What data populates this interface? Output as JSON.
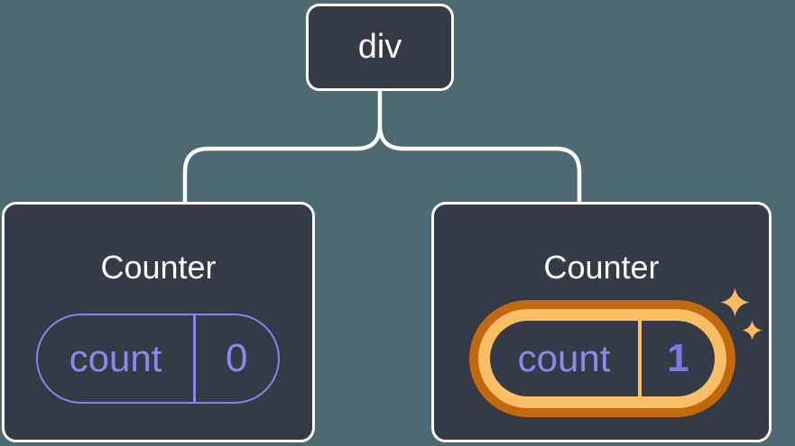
{
  "tree": {
    "root": {
      "label": "div"
    },
    "children": [
      {
        "title": "Counter",
        "state": {
          "name": "count",
          "value": "0"
        },
        "highlighted": false
      },
      {
        "title": "Counter",
        "state": {
          "name": "count",
          "value": "1"
        },
        "highlighted": true
      }
    ],
    "icons": {
      "sparkle": "four-point-star"
    },
    "colors": {
      "background": "#4d6971",
      "node_fill": "#343a46",
      "node_border": "#ffffff",
      "connector": "#ffffff",
      "state_accent": "#8785e8",
      "state_value_bold": "#7c79e2",
      "highlight_ring_outer": "#c2690f",
      "highlight_ring_inner": "#fbbd66",
      "sparkle": "#f8bb63"
    }
  }
}
